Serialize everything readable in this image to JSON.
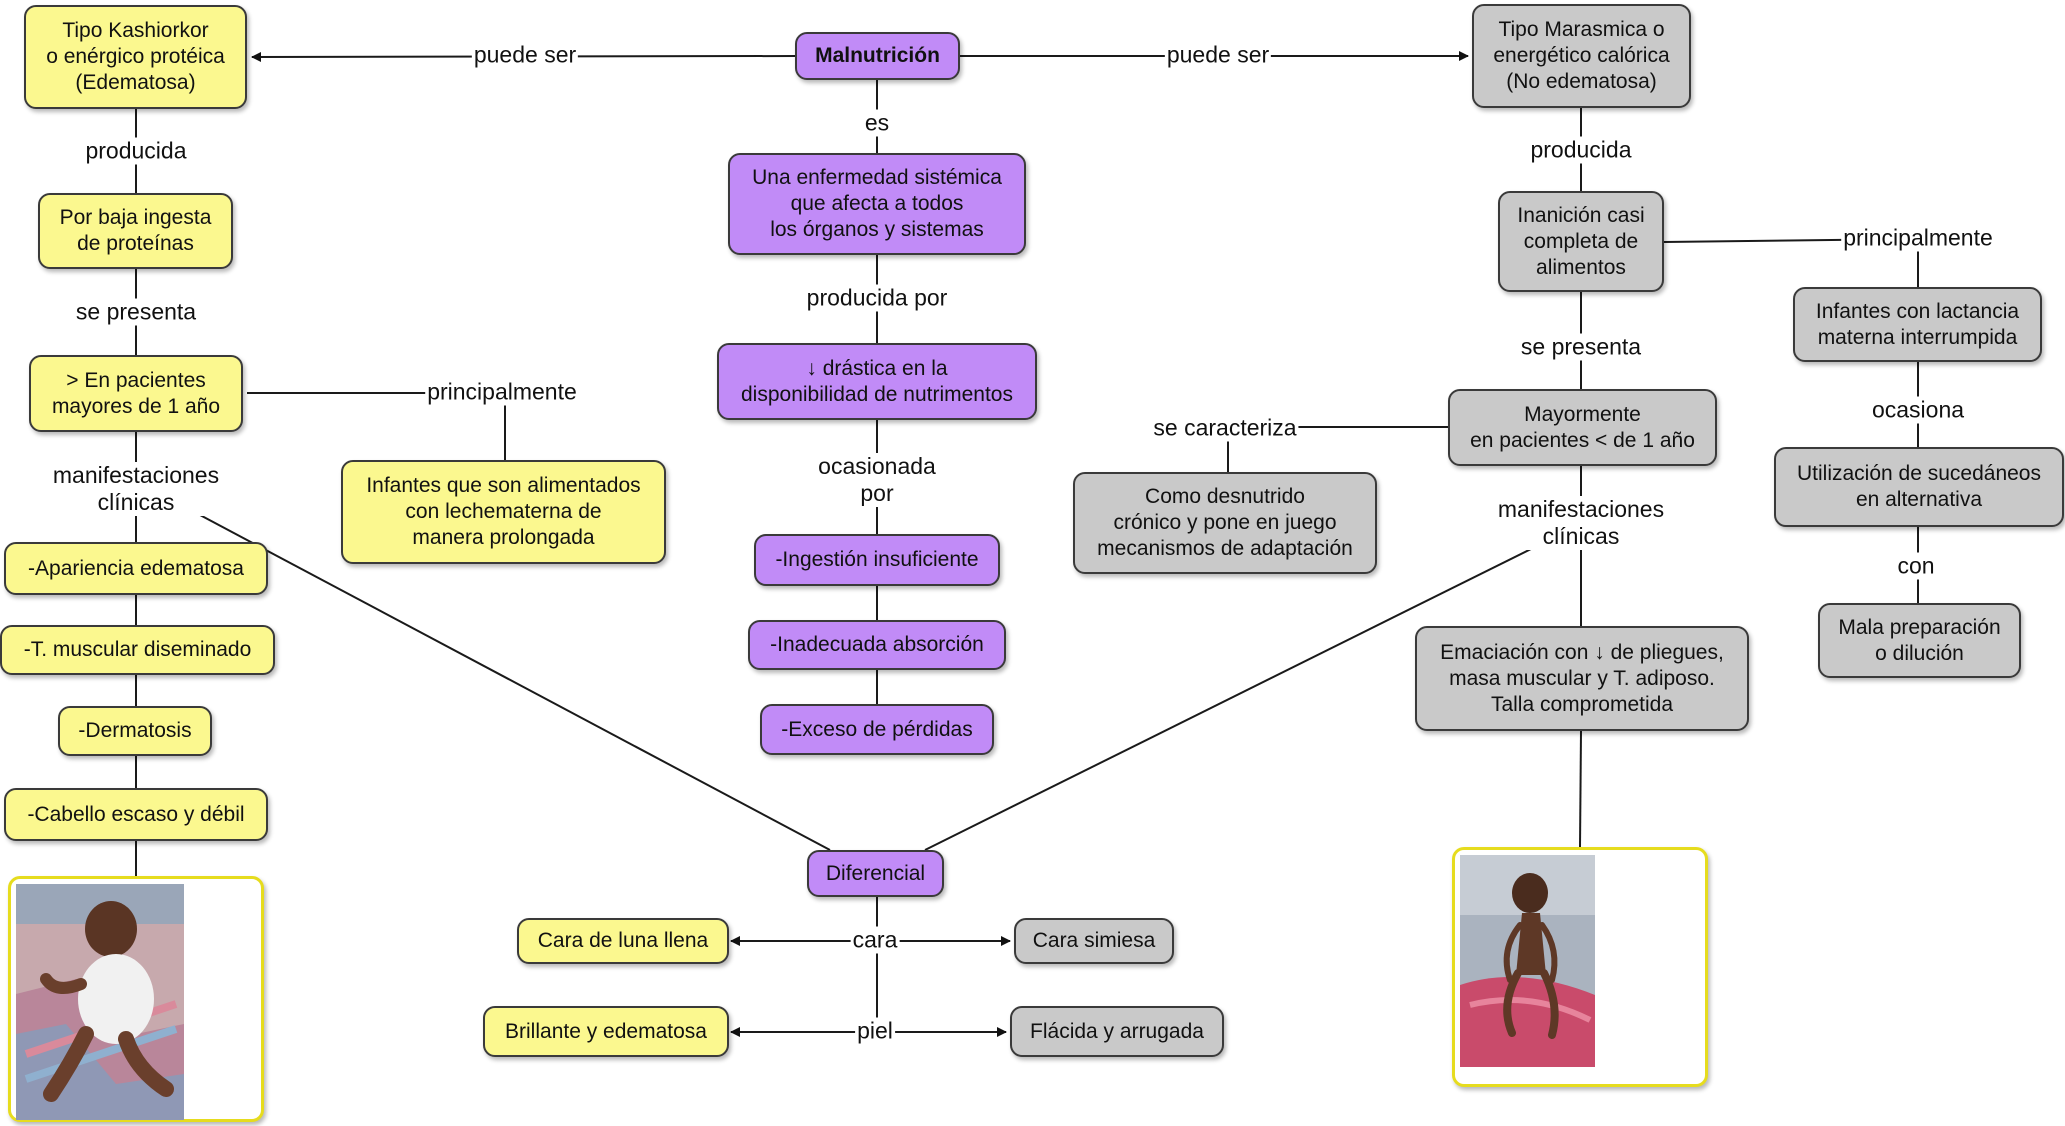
{
  "nodes": {
    "malnutricion": "Malnutrición",
    "kwashiorkor": "Tipo Kashiorkor\no enérgico protéica\n(Edematosa)",
    "marasmo": "Tipo Marasmica o\nenergético calórica\n(No edematosa)",
    "enfermedad": "Una enfermedad sistémica\nque afecta a todos\nlos órganos y sistemas",
    "drastica": "↓ drástica en la\ndisponibilidad de nutrimentos",
    "ingestion": "-Ingestión insuficiente",
    "absorcion": "-Inadecuada absorción",
    "perdidas": "-Exceso de pérdidas",
    "baja_ingesta": "Por baja ingesta\nde proteínas",
    "mayores": "> En pacientes\nmayores de 1 año",
    "infantes_leche": "Infantes que son alimentados\ncon lechematerna de\nmanera prolongada",
    "apariencia": "-Apariencia edematosa",
    "muscular": "-T. muscular diseminado",
    "dermatosis": "-Dermatosis",
    "cabello": "-Cabello escaso y débil",
    "inanicion": "Inanición casi\ncompleta de\nalimentos",
    "infantes_lactancia": "Infantes con lactancia\nmaterna interrumpida",
    "utilizacion": "Utilización de sucedáneos\nen alternativa",
    "mala_prep": "Mala preparación\no dilución",
    "menores": "Mayormente\nen pacientes < de 1 año",
    "desnutrido": "Como desnutrido\ncrónico y pone en juego\nmecanismos de adaptación",
    "emaciacion": "Emaciación con ↓ de pliegues,\nmasa muscular y T. adiposo.\nTalla comprometida",
    "diferencial": "Diferencial",
    "luna": "Cara de luna llena",
    "simiesa": "Cara simiesa",
    "brillante": "Brillante y edematosa",
    "flacida": "Flácida y arrugada"
  },
  "labels": {
    "puede_ser_left": "puede ser",
    "puede_ser_right": "puede ser",
    "es": "es",
    "producida_por": "producida por",
    "ocasionada_por": "ocasionada\npor",
    "producida_left": "producida",
    "se_presenta_left": "se presenta",
    "principalmente_left": "principalmente",
    "manifestaciones_left": "manifestaciones\nclínicas",
    "producida_right": "producida",
    "principalmente_right": "principalmente",
    "se_presenta_right": "se presenta",
    "se_caracteriza": "se caracteriza",
    "ocasiona": "ocasiona",
    "con": "con",
    "manifestaciones_right": "manifestaciones\nclínicas",
    "cara": "cara",
    "piel": "piel"
  },
  "colors": {
    "yellow": "#fbf88f",
    "purple": "#c18bf7",
    "gray": "#c9c9c9",
    "line": "#1a1a1a"
  }
}
